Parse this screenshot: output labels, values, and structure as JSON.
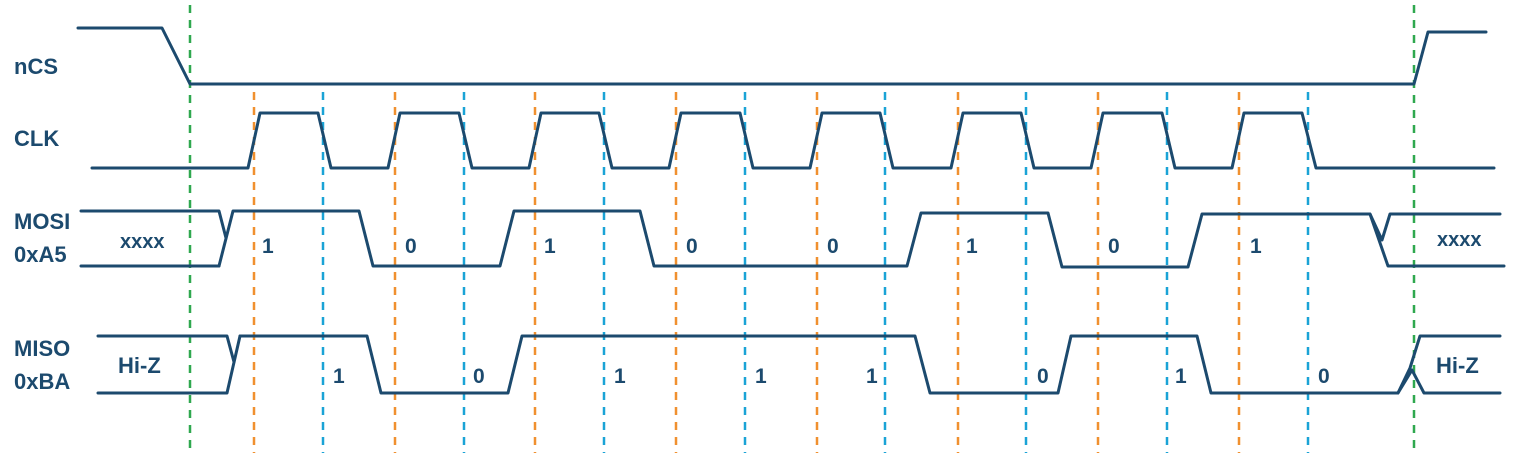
{
  "colors": {
    "signal": "#1c4a6e",
    "cs_guide": "#2fa84f",
    "rising_guide": "#f0902f",
    "falling_guide": "#1aa3d6"
  },
  "signals": {
    "ncs": {
      "label": "nCS"
    },
    "clk": {
      "label": "CLK"
    },
    "mosi": {
      "label_line1": "MOSI",
      "label_line2": "0xA5",
      "idle_before": "xxxx",
      "idle_after": "xxxx",
      "bits": [
        "1",
        "0",
        "1",
        "0",
        "0",
        "1",
        "0",
        "1"
      ]
    },
    "miso": {
      "label_line1": "MISO",
      "label_line2": "0xBA",
      "idle_before": "Hi-Z",
      "idle_after": "Hi-Z",
      "bits": [
        "1",
        "0",
        "1",
        "1",
        "1",
        "0",
        "1",
        "0"
      ]
    }
  }
}
